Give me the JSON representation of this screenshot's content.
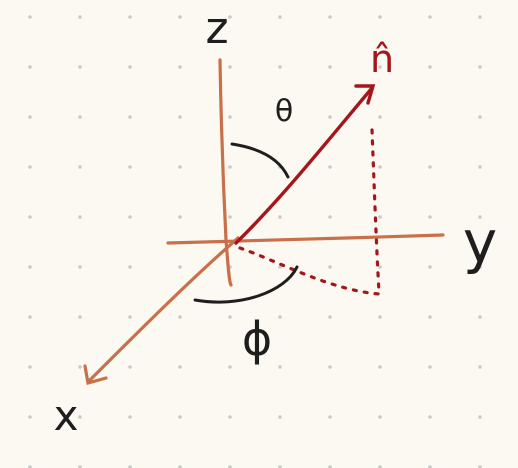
{
  "diagram": {
    "labels": {
      "z_axis": "z",
      "y_axis": "y",
      "x_axis": "x",
      "vector": "n̂",
      "theta": "θ",
      "phi": "ϕ"
    },
    "colors": {
      "background": "#fbf9f1",
      "dot_grid": "#c9cbc7",
      "axis": "#c8704a",
      "vector": "#a5161c",
      "ink": "#1e1e1e"
    }
  }
}
